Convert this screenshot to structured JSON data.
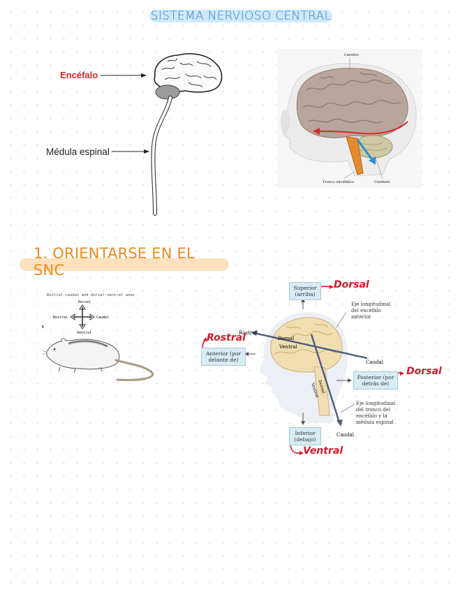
{
  "main_title": "SISTEMA NERVIOSO CENTRAL",
  "section_title": "1. ORIENTARSE EN EL SNC",
  "diagram1": {
    "label_encephalon": "Encéfalo",
    "label_spinal_cord": "Médula espinal"
  },
  "diagram2": {
    "label_cerebrum": "Cerebro",
    "label_brainstem": "Tronco encefálico",
    "label_cerebellum": "Cerebelo"
  },
  "rat": {
    "caption": "Rostral-caudal and dorsal-ventral axes",
    "dorsal": "Dorsal",
    "ventral": "Ventral",
    "rostral": "Rostral",
    "caudal": "Caudal",
    "panel": "B"
  },
  "orientation": {
    "superior": "Superior (arriba)",
    "anterior": "Anterior (por delante de)",
    "posterior": "Posterior (por detrás de)",
    "inferior": "Inferior (debajo)",
    "axis_brain": "Eje longitudinal del encéfalo anterior",
    "axis_stem": "Eje longitudinal del tronco del encéfalo y la médula espinal",
    "rostral": "Rostral",
    "caudal_upper": "Caudal",
    "caudal_lower": "Caudal",
    "dorsal_in": "Dorsal",
    "ventral_in": "Ventral",
    "dorsal_stem": "Dorsal",
    "ventral_stem": "Ventral"
  },
  "handwritten": {
    "dorsal_top": "Dorsal",
    "rostral": "Rostral",
    "dorsal_right": "Dorsal",
    "ventral": "Ventral"
  }
}
